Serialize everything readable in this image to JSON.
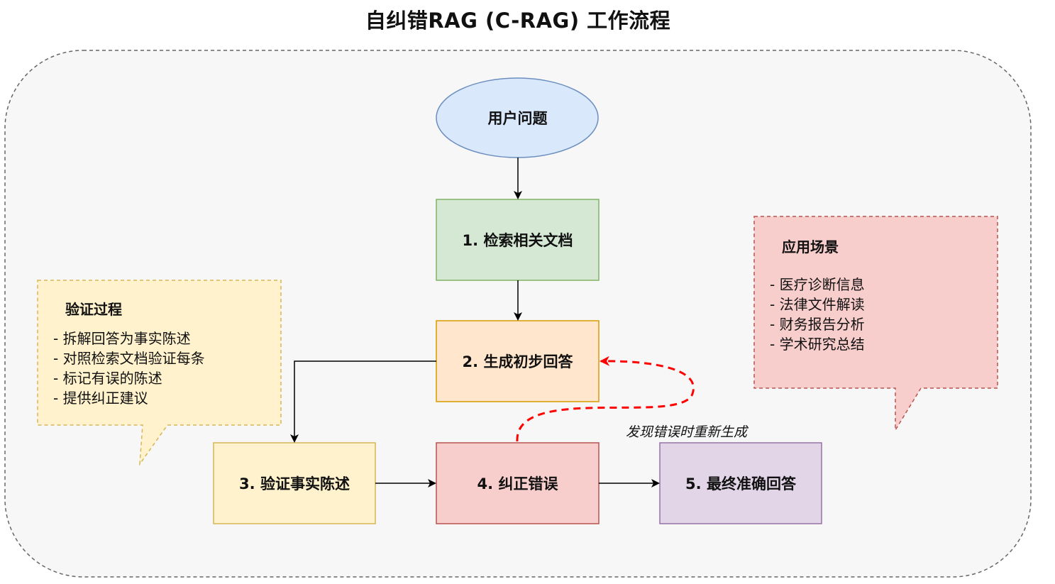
{
  "title": "自纠错RAG (C-RAG) 工作流程",
  "nodes": {
    "question": "用户问题",
    "retrieve": "1. 检索相关文档",
    "generate": "2. 生成初步回答",
    "verify": "3. 验证事实陈述",
    "correct": "4. 纠正错误",
    "final": "5. 最终准确回答"
  },
  "loop_label": "发现错误时重新生成",
  "verification_note": {
    "title": "验证过程",
    "items": [
      "- 拆解回答为事实陈述",
      "- 对照检索文档验证每条",
      "- 标记有误的陈述",
      "- 提供纠正建议"
    ]
  },
  "applications_note": {
    "title": "应用场景",
    "items": [
      "- 医疗诊断信息",
      "- 法律文件解读",
      "- 财务报告分析",
      "- 学术研究总结"
    ]
  },
  "colors": {
    "question_fill": "#dae8fc",
    "question_stroke": "#6c8ebf",
    "retrieve_fill": "#d5e8d4",
    "retrieve_stroke": "#82b366",
    "generate_fill": "#ffe6cc",
    "generate_stroke": "#d79b00",
    "verify_fill": "#fff2cc",
    "verify_stroke": "#d6b656",
    "correct_fill": "#f8cecc",
    "correct_stroke": "#b85450",
    "final_fill": "#e1d5e7",
    "final_stroke": "#9673a6",
    "loop_arrow": "#ff0000"
  }
}
